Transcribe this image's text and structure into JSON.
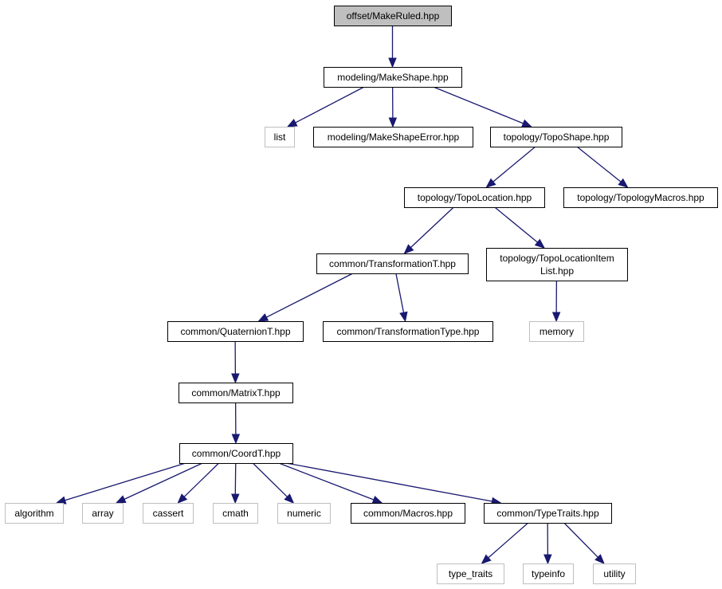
{
  "colors": {
    "root_fill": "#bfbfbf",
    "node_fill": "#ffffff",
    "node_border": "#000000",
    "external_border": "#bfbfbf",
    "edge": "#191970"
  },
  "nodes": [
    {
      "id": "make-ruled",
      "lines": [
        "offset/MakeRuled.hpp"
      ],
      "kind": "root"
    },
    {
      "id": "make-shape",
      "lines": [
        "modeling/MakeShape.hpp"
      ],
      "kind": "internal"
    },
    {
      "id": "list",
      "lines": [
        "list"
      ],
      "kind": "external"
    },
    {
      "id": "make-shape-error",
      "lines": [
        "modeling/MakeShapeError.hpp"
      ],
      "kind": "internal"
    },
    {
      "id": "topo-shape",
      "lines": [
        "topology/TopoShape.hpp"
      ],
      "kind": "internal"
    },
    {
      "id": "topo-location",
      "lines": [
        "topology/TopoLocation.hpp"
      ],
      "kind": "internal"
    },
    {
      "id": "topology-macros",
      "lines": [
        "topology/TopologyMacros.hpp"
      ],
      "kind": "internal"
    },
    {
      "id": "transformation-t",
      "lines": [
        "common/TransformationT.hpp"
      ],
      "kind": "internal"
    },
    {
      "id": "topo-location-item-list",
      "lines": [
        "topology/TopoLocationItem",
        "List.hpp"
      ],
      "kind": "internal"
    },
    {
      "id": "quaternion-t",
      "lines": [
        "common/QuaternionT.hpp"
      ],
      "kind": "internal"
    },
    {
      "id": "transformation-type",
      "lines": [
        "common/TransformationType.hpp"
      ],
      "kind": "internal"
    },
    {
      "id": "memory",
      "lines": [
        "memory"
      ],
      "kind": "external"
    },
    {
      "id": "matrix-t",
      "lines": [
        "common/MatrixT.hpp"
      ],
      "kind": "internal"
    },
    {
      "id": "coord-t",
      "lines": [
        "common/CoordT.hpp"
      ],
      "kind": "internal"
    },
    {
      "id": "algorithm",
      "lines": [
        "algorithm"
      ],
      "kind": "external"
    },
    {
      "id": "array",
      "lines": [
        "array"
      ],
      "kind": "external"
    },
    {
      "id": "cassert",
      "lines": [
        "cassert"
      ],
      "kind": "external"
    },
    {
      "id": "cmath",
      "lines": [
        "cmath"
      ],
      "kind": "external"
    },
    {
      "id": "numeric",
      "lines": [
        "numeric"
      ],
      "kind": "external"
    },
    {
      "id": "macros",
      "lines": [
        "common/Macros.hpp"
      ],
      "kind": "internal"
    },
    {
      "id": "type-traits-hpp",
      "lines": [
        "common/TypeTraits.hpp"
      ],
      "kind": "internal"
    },
    {
      "id": "type-traits",
      "lines": [
        "type_traits"
      ],
      "kind": "external"
    },
    {
      "id": "typeinfo",
      "lines": [
        "typeinfo"
      ],
      "kind": "external"
    },
    {
      "id": "utility",
      "lines": [
        "utility"
      ],
      "kind": "external"
    }
  ],
  "edges": [
    [
      "make-ruled",
      "make-shape"
    ],
    [
      "make-shape",
      "list"
    ],
    [
      "make-shape",
      "make-shape-error"
    ],
    [
      "make-shape",
      "topo-shape"
    ],
    [
      "topo-shape",
      "topo-location"
    ],
    [
      "topo-shape",
      "topology-macros"
    ],
    [
      "topo-location",
      "transformation-t"
    ],
    [
      "topo-location",
      "topo-location-item-list"
    ],
    [
      "transformation-t",
      "quaternion-t"
    ],
    [
      "transformation-t",
      "transformation-type"
    ],
    [
      "topo-location-item-list",
      "memory"
    ],
    [
      "quaternion-t",
      "matrix-t"
    ],
    [
      "matrix-t",
      "coord-t"
    ],
    [
      "coord-t",
      "algorithm"
    ],
    [
      "coord-t",
      "array"
    ],
    [
      "coord-t",
      "cassert"
    ],
    [
      "coord-t",
      "cmath"
    ],
    [
      "coord-t",
      "numeric"
    ],
    [
      "coord-t",
      "macros"
    ],
    [
      "coord-t",
      "type-traits-hpp"
    ],
    [
      "type-traits-hpp",
      "type-traits"
    ],
    [
      "type-traits-hpp",
      "typeinfo"
    ],
    [
      "type-traits-hpp",
      "utility"
    ]
  ]
}
